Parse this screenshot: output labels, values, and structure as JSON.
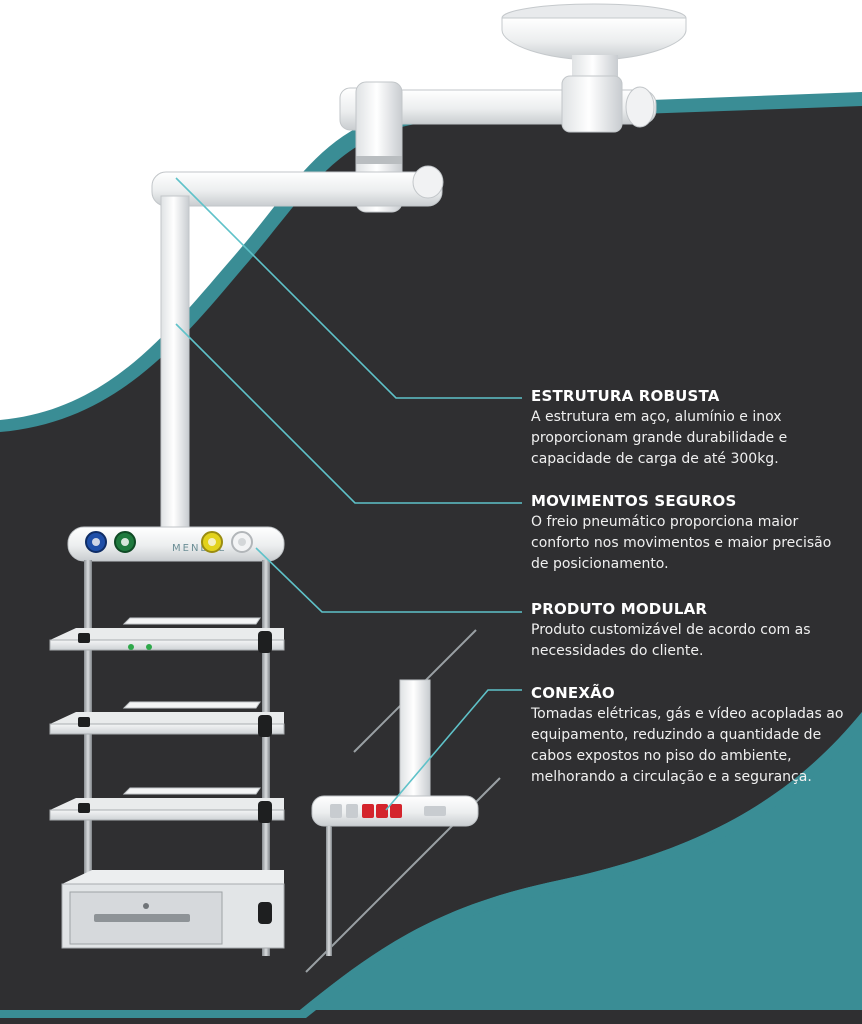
{
  "colors": {
    "background": "#ffffff",
    "dark_panel": "#2f2f31",
    "teal_accent": "#3a8d95",
    "callout_line": "#5fc2c9",
    "text": "#ffffff"
  },
  "logo_text": "MENDEL",
  "features": [
    {
      "title": "ESTRUTURA ROBUSTA",
      "body": "A estrutura em aço, alumínio e inox proporcionam grande durabilidade e capacidade de carga de até 300kg."
    },
    {
      "title": "MOVIMENTOS SEGUROS",
      "body": "O freio pneumático proporciona maior conforto nos movimentos e maior precisão de posicionamento."
    },
    {
      "title": "PRODUTO MODULAR",
      "body": "Produto customizável de acordo com as necessidades do cliente."
    },
    {
      "title": "CONEXÃO",
      "body": "Tomadas elétricas, gás e vídeo acopladas ao equipamento, reduzindo a quantidade de cabos expostos no piso do ambiente, melhorando a circulação e a segurança."
    }
  ],
  "icons": {
    "gas_outlets": [
      "blue-gas-outlet-icon",
      "green-gas-outlet-icon",
      "yellow-gas-outlet-icon",
      "white-gas-outlet-icon"
    ],
    "power_sockets": [
      "red-power-socket-icon"
    ]
  }
}
